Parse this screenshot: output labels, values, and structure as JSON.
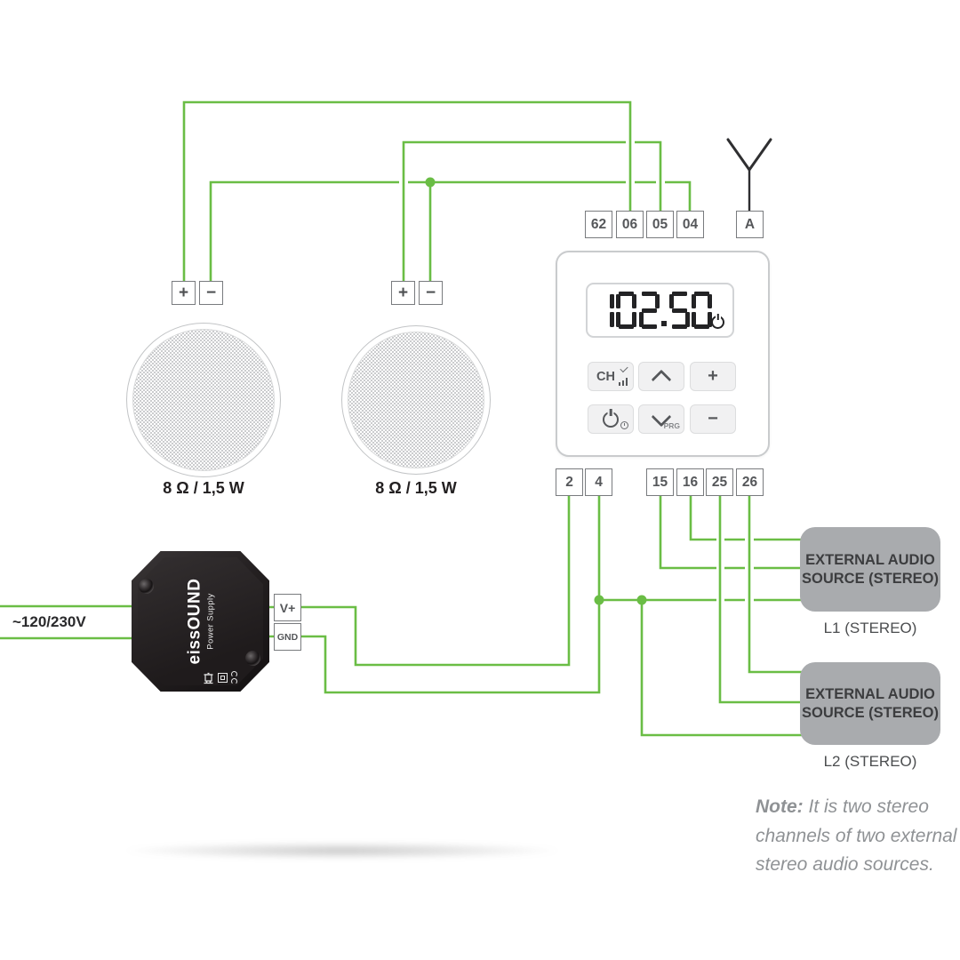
{
  "speakers": {
    "terminal_plus": "+",
    "terminal_minus": "−",
    "left": {
      "impedance_label": "8 Ω / 1,5 W"
    },
    "right": {
      "impedance_label": "8 Ω / 1,5 W"
    }
  },
  "radio": {
    "top_terminals": [
      "62",
      "06",
      "05",
      "04"
    ],
    "antenna_terminal": "A",
    "bottom_terminals": [
      "2",
      "4",
      "15",
      "16",
      "25",
      "26"
    ],
    "display": {
      "value": "102.50"
    },
    "buttons": {
      "channel": "CH",
      "program": "PRG",
      "plus": "+",
      "minus": "−"
    }
  },
  "power_supply": {
    "brand": "eissOUND",
    "brand_sub": "Power Supply",
    "input_label": "~120/230V",
    "terminal_vplus": "V+",
    "terminal_gnd": "GND"
  },
  "sources": {
    "l1": {
      "line1": "EXTERNAL AUDIO",
      "line2": "SOURCE (STEREO)",
      "label": "L1 (STEREO)"
    },
    "l2": {
      "line1": "EXTERNAL AUDIO",
      "line2": "SOURCE (STEREO)",
      "label": "L2 (STEREO)"
    }
  },
  "note": {
    "prefix": "Note:",
    "body": " It is two stereo channels of two external stereo audio sources."
  },
  "colors": {
    "wire_green": "#6abd45",
    "wire_black": "#2f2f31"
  }
}
